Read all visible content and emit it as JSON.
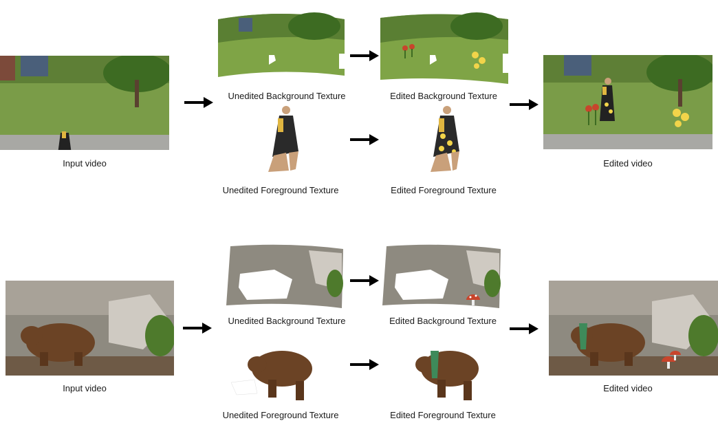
{
  "rows": [
    {
      "input_caption": "Input video",
      "unedited_bg_caption": "Unedited Background Texture",
      "edited_bg_caption": "Edited Background Texture",
      "unedited_fg_caption": "Unedited Foreground Texture",
      "edited_fg_caption": "Edited Foreground Texture",
      "output_caption": "Edited video"
    },
    {
      "input_caption": "Input video",
      "unedited_bg_caption": "Unedited Background Texture",
      "edited_bg_caption": "Edited Background Texture",
      "unedited_fg_caption": "Unedited Foreground Texture",
      "edited_fg_caption": "Edited Foreground Texture",
      "output_caption": "Edited video"
    }
  ],
  "colors": {
    "grass": "#6f9a3a",
    "tree": "#3d6b22",
    "rock": "#8e8c86",
    "bear": "#6b4325",
    "arrow": "#000000",
    "flower_yellow": "#f2d44a",
    "flower_red": "#c8452c",
    "tie_green": "#3e8a5a"
  }
}
